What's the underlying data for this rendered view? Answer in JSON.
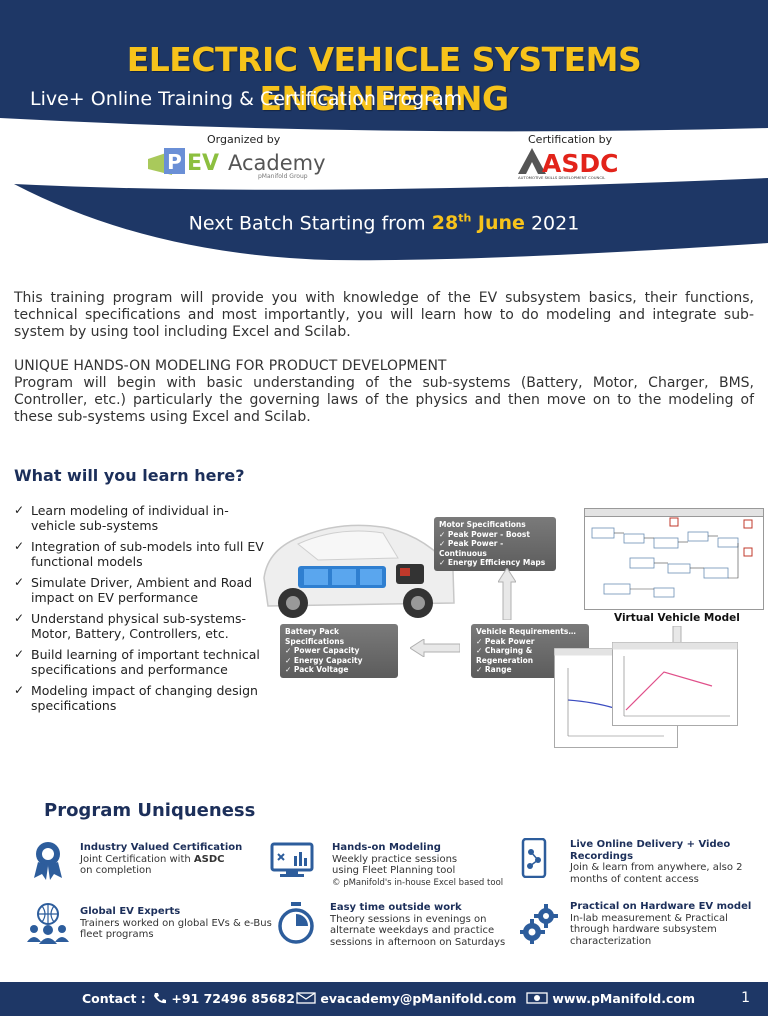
{
  "header": {
    "title": "ELECTRIC VEHICLE SYSTEMS ENGINEERING",
    "subtitle": "Live+ Online Training & Certification Program",
    "organized_label": "Organized by",
    "certification_label": "Certification by",
    "org_logo": {
      "p": "P",
      "ev": "EV",
      "academy": "Academy",
      "group": "pManifold Group"
    },
    "cert_logo": {
      "name": "ASDC",
      "tagline": "AUTOMOTIVE SKILLS DEVELOPMENT COUNCIL"
    },
    "batch": {
      "prefix": "Next Batch Starting from ",
      "day": "28",
      "sup": "th",
      "month": " June",
      "year": " 2021"
    }
  },
  "intro": {
    "paragraph1": "This training program will provide you with knowledge of the EV subsystem basics, their functions, technical specifications and most  importantly, you will learn how to do modeling and integrate sub-system by using  tool including Excel and Scilab.",
    "heading": "UNIQUE HANDS-ON MODELING FOR PRODUCT DEVELOPMENT",
    "paragraph2": "Program will begin with basic understanding of the sub-systems (Battery, Motor, Charger, BMS, Controller, etc.) particularly the governing laws of the physics and then move on to the modeling of these sub-systems using Excel and Scilab."
  },
  "learn": {
    "heading": "What will you learn here?",
    "tick": "✓",
    "items": [
      "Learn modeling of individual  in-vehicle sub-systems",
      "Integration of sub-models into  full EV functional models",
      "Simulate Driver, Ambient and  Road impact on EV performance",
      "Understand physical sub-systems- Motor, Battery, Controllers, etc.",
      "Build learning of important  technical  specifications and performance",
      "Modeling impact of changing design  specifications"
    ]
  },
  "diagram": {
    "motor": {
      "title": "Motor Specifications",
      "items": [
        "✓ Peak Power - Boost",
        "✓ Peak Power - Continuous",
        "✓ Energy Efficiency Maps"
      ]
    },
    "battery": {
      "title": "Battery Pack Specifications",
      "items": [
        "✓ Power Capacity",
        "✓ Energy Capacity",
        "✓ Pack Voltage"
      ]
    },
    "vehicle": {
      "title": "Vehicle Requirements…",
      "items": [
        "✓ Peak Power",
        "✓ Charging & Regeneration",
        "✓ Range"
      ]
    },
    "model_label": "Virtual Vehicle Model"
  },
  "uniqueness": {
    "heading": "Program Uniqueness",
    "features": [
      {
        "title": "Industry Valued Certification",
        "line1": "Joint Certification with ",
        "bold": "ASDC",
        "line2": "on completion",
        "icon": "award-ribbon-icon"
      },
      {
        "title": "Hands-on Modeling",
        "line1": "Weekly practice sessions",
        "line2": "using Fleet Planning tool",
        "line3": "© pManifold's in-house Excel based tool",
        "icon": "monitor-chart-icon"
      },
      {
        "title": "Live Online Delivery + Video Recordings",
        "line1": "Join & learn from anywhere, also 2 months of content access",
        "icon": "mobile-video-icon"
      },
      {
        "title": "Global EV Experts",
        "line1": "Trainers worked on global EVs & e-Bus fleet programs",
        "icon": "globe-people-icon"
      },
      {
        "title": "Easy time outside work",
        "line1": "Theory sessions in evenings on alternate weekdays and practice sessions in afternoon on Saturdays",
        "icon": "stopwatch-icon"
      },
      {
        "title": "Practical on Hardware EV model",
        "line1": "In-lab measurement & Practical through hardware subsystem characterization",
        "icon": "gears-icon"
      }
    ]
  },
  "footer": {
    "contact_label": "Contact :",
    "phone": "+91 72496 85682",
    "email": "evacademy@pManifold.com",
    "website": "www.pManifold.com",
    "page": "1"
  },
  "colors": {
    "navy": "#1e3766",
    "gold": "#f7c31b",
    "heading_blue": "#1c2f5a"
  }
}
